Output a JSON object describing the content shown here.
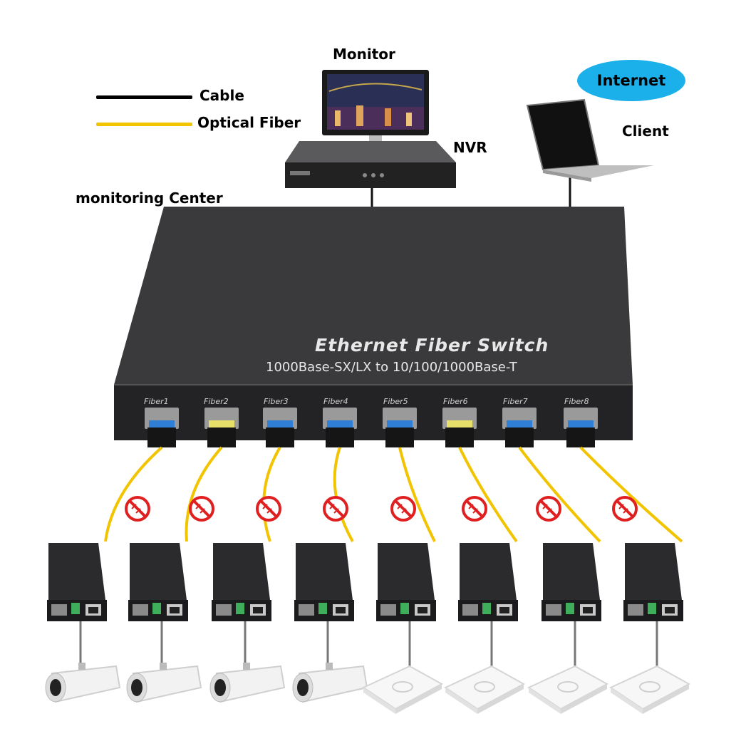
{
  "labels": {
    "monitor": "Monitor",
    "internet": "Internet",
    "client": "Client",
    "nvr": "NVR",
    "monitoring_center": "monitoring Center"
  },
  "legend": {
    "cable": "Cable",
    "optical_fiber": "Optical Fiber"
  },
  "colors": {
    "cable": "#000000",
    "fiber": "#f2c400",
    "internet_bubble": "#1cb0ea",
    "switch_body": "#2f2f31",
    "switch_top": "#3c3c3e"
  },
  "switch": {
    "title": "Ethernet Fiber Switch",
    "subtitle": "1000Base-SX/LX to 10/100/1000Base-T",
    "ports": [
      "Fiber1",
      "Fiber2",
      "Fiber3",
      "Fiber4",
      "Fiber5",
      "Fiber6",
      "Fiber7",
      "Fiber8"
    ]
  },
  "endpoints": [
    "camera",
    "camera",
    "camera",
    "camera",
    "access-point",
    "access-point",
    "access-point",
    "access-point"
  ]
}
